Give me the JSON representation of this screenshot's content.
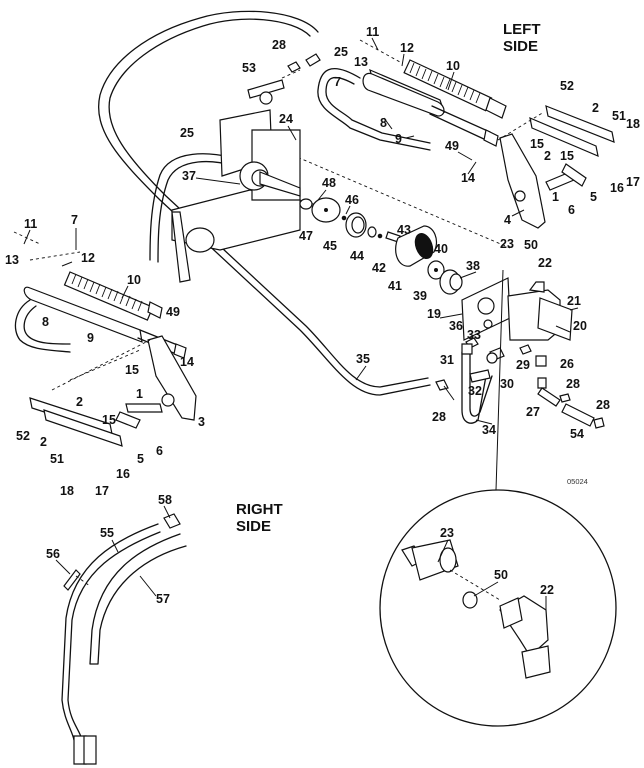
{
  "diagram": {
    "type": "exploded-parts-diagram",
    "labels": {
      "left_side": [
        "LEFT",
        "SIDE"
      ],
      "right_side": [
        "RIGHT",
        "SIDE"
      ],
      "figure_code": "05024"
    },
    "callouts": {
      "left_assembly": [
        "11",
        "12",
        "13",
        "25",
        "7",
        "10",
        "8",
        "9",
        "49",
        "14",
        "4",
        "15",
        "2",
        "52",
        "51",
        "18",
        "15",
        "2",
        "16",
        "17",
        "5",
        "1",
        "6"
      ],
      "right_assembly": [
        "11",
        "7",
        "13",
        "12",
        "10",
        "8",
        "9",
        "49",
        "14",
        "15",
        "1",
        "3",
        "2",
        "52",
        "2",
        "15",
        "51",
        "5",
        "6",
        "16",
        "18",
        "17"
      ],
      "center_assembly": [
        "28",
        "53",
        "25",
        "24",
        "37",
        "48",
        "46",
        "47",
        "45",
        "44",
        "43",
        "42",
        "41",
        "40",
        "38",
        "39",
        "23",
        "50",
        "22",
        "21",
        "19",
        "20",
        "36",
        "33",
        "31",
        "29",
        "26",
        "32",
        "30",
        "35",
        "28",
        "34",
        "27",
        "28",
        "28",
        "54"
      ],
      "handle_assembly": [
        "58",
        "55",
        "56",
        "57"
      ],
      "detail_circle": [
        "23",
        "50",
        "22"
      ]
    }
  }
}
